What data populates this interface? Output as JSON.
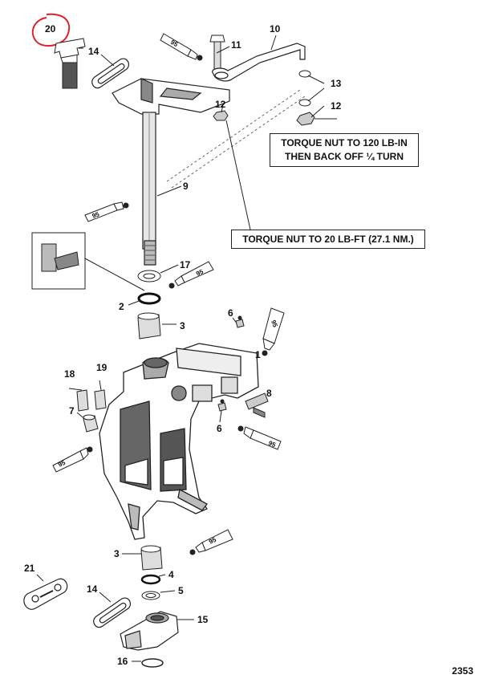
{
  "parts": [
    {
      "id": "20",
      "label": "20"
    },
    {
      "id": "14a",
      "label": "14"
    },
    {
      "id": "11",
      "label": "11"
    },
    {
      "id": "10",
      "label": "10"
    },
    {
      "id": "13",
      "label": "13"
    },
    {
      "id": "12a",
      "label": "12"
    },
    {
      "id": "12b",
      "label": "12"
    },
    {
      "id": "9",
      "label": "9"
    },
    {
      "id": "17",
      "label": "17"
    },
    {
      "id": "2",
      "label": "2"
    },
    {
      "id": "3a",
      "label": "3"
    },
    {
      "id": "6a",
      "label": "6"
    },
    {
      "id": "1",
      "label": "1"
    },
    {
      "id": "18",
      "label": "18"
    },
    {
      "id": "19",
      "label": "19"
    },
    {
      "id": "7",
      "label": "7"
    },
    {
      "id": "8",
      "label": "8"
    },
    {
      "id": "6b",
      "label": "6"
    },
    {
      "id": "3b",
      "label": "3"
    },
    {
      "id": "4",
      "label": "4"
    },
    {
      "id": "5",
      "label": "5"
    },
    {
      "id": "21",
      "label": "21"
    },
    {
      "id": "14b",
      "label": "14"
    },
    {
      "id": "15",
      "label": "15"
    },
    {
      "id": "16",
      "label": "16"
    }
  ],
  "lubricant_code": "95",
  "notes": {
    "torque_120": [
      "TORQUE NUT TO 120 LB-IN",
      "THEN BACK OFF ¼ TURN"
    ],
    "torque_20": "TORQUE NUT TO 20 LB-FT (27.1 NM.)"
  },
  "drawing_id": "2353",
  "colors": {
    "line": "#222222",
    "circle": "#e41e26"
  }
}
